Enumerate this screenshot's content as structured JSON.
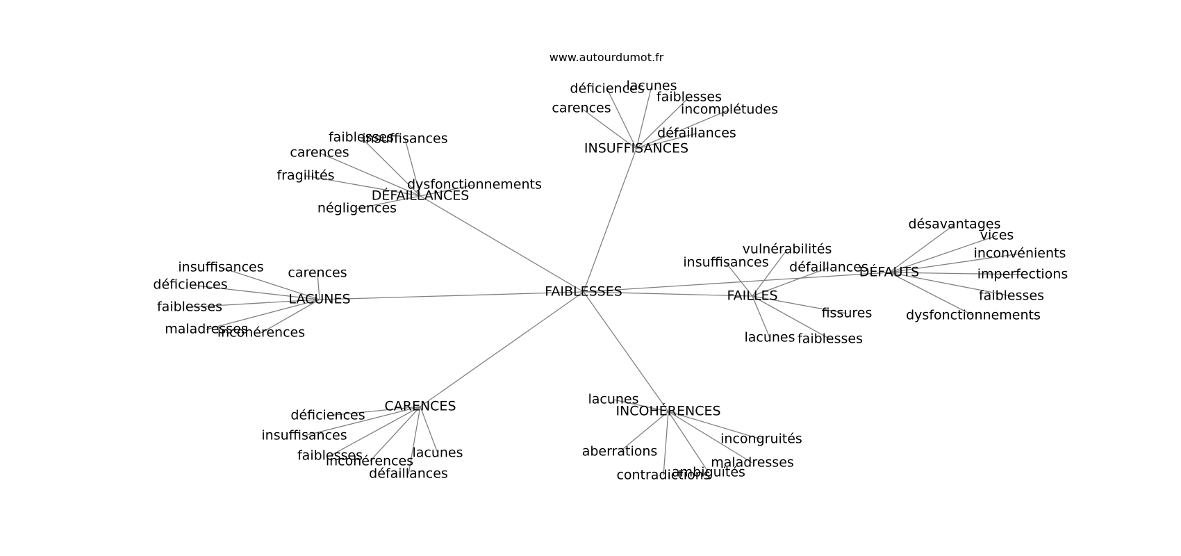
{
  "source": "www.autourdumot.fr",
  "center": "FAIBLESSES",
  "clusters": [
    {
      "id": "insuffisances",
      "label": "INSUFFISANCES",
      "leaves": [
        "déficiences",
        "lacunes",
        "faiblesses",
        "carences",
        "incomplétudes",
        "défaillances"
      ]
    },
    {
      "id": "defaillances",
      "label": "DÉFAILLANCES",
      "leaves": [
        "faiblesses",
        "insuffisances",
        "carences",
        "fragilités",
        "dysfonctionnements",
        "négligences"
      ]
    },
    {
      "id": "lacunes",
      "label": "LACUNES",
      "leaves": [
        "insuffisances",
        "carences",
        "déficiences",
        "faiblesses",
        "maladresses",
        "incohérences"
      ]
    },
    {
      "id": "failles",
      "label": "FAILLES",
      "leaves": [
        "vulnérabilités",
        "insuffisances",
        "défaillances",
        "fissures",
        "lacunes",
        "faiblesses"
      ]
    },
    {
      "id": "defauts",
      "label": "DÉFAUTS",
      "leaves": [
        "désavantages",
        "vices",
        "inconvénients",
        "imperfections",
        "faiblesses",
        "dysfonctionnements"
      ]
    },
    {
      "id": "carences",
      "label": "CARENCES",
      "leaves": [
        "déficiences",
        "insuffisances",
        "faiblesses",
        "incohérences",
        "lacunes",
        "défaillances"
      ]
    },
    {
      "id": "incoherences",
      "label": "INCOHÉRENCES",
      "leaves": [
        "lacunes",
        "incongruités",
        "aberrations",
        "maladresses",
        "ambiguïtés",
        "contradictions"
      ]
    }
  ]
}
